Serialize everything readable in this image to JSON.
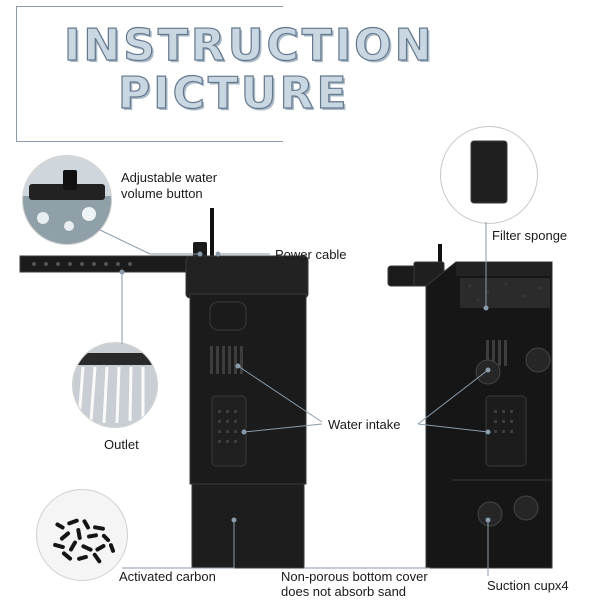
{
  "title": {
    "line1": "INSTRUCTION",
    "line2": "PICTURE"
  },
  "labels": {
    "adjustable_line1": "Adjustable water",
    "adjustable_line2": "volume button",
    "power_cable": "Power cable",
    "filter_sponge": "Filter sponge",
    "water_intake": "Water intake",
    "outlet": "Outlet",
    "activated_carbon": "Activated carbon",
    "bottom_cover_line1": "Non-porous bottom cover",
    "bottom_cover_line2": "does not absorb sand",
    "suction_cup": "Suction cupx4"
  },
  "colors": {
    "title_fill": "#c9d7e3",
    "title_outline": "#64788c",
    "leader_line": "#8a9bab",
    "device_body": "#1b1b1b",
    "device_edge": "#3a3a3a",
    "sponge": "#2a2a2a"
  }
}
